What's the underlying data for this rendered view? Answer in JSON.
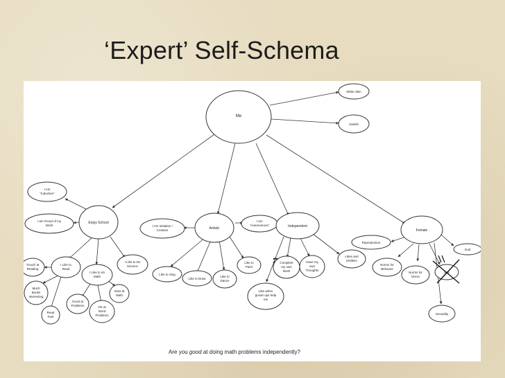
{
  "slide": {
    "title": "‘Expert’ Self-Schema"
  },
  "diagram": {
    "nodes": {
      "me": "Me",
      "white_skin": "White Skin",
      "jewish": "Jewish",
      "i_am_inductive": [
        "I Am",
        "“Inductive”"
      ],
      "proud_of_work": [
        "I am Proud of my",
        "Work"
      ],
      "enjoy_school": "Enjoy School",
      "initiative_creative": [
        "I Am Initiative /",
        "Creative"
      ],
      "artistic": "Artistic",
      "autonomous": [
        "I Am",
        "“Autonomous”"
      ],
      "independent": "Independent",
      "female": "Female",
      "reproduction": "Reproduction",
      "god": "God",
      "good_at_reading": [
        "“Good” at",
        "Reading"
      ],
      "like_to_read": [
        "I Like to",
        "Read"
      ],
      "like_to_do_math": [
        "I Like to do",
        "Math"
      ],
      "like_to_do_science": [
        "I Like to Do",
        "Science"
      ],
      "much_books_interesting": [
        "Much",
        "Books",
        "Interesting"
      ],
      "read_fast": [
        "Read",
        "Fast"
      ],
      "good_at_problems": [
        "Good at",
        "Problems"
      ],
      "ok_at_word_problems": [
        "OK at",
        "Word",
        "Problems"
      ],
      "slow_at_math": [
        "Slow at",
        "Math"
      ],
      "like_to_sing": "Like to Sing",
      "like_to_draw": "Like to Draw",
      "like_to_dance": [
        "Like to",
        "Dance"
      ],
      "like_to_paint": [
        "Like to",
        "Paint"
      ],
      "complete_own_work": [
        "Complete",
        "my own",
        "Work"
      ],
      "have_own_thoughts": [
        "Have my",
        "own",
        "Thoughts"
      ],
      "likes_and_dislikes": [
        "Likes and",
        "Dislikes"
      ],
      "like_grownups_help": [
        "Like when",
        "grown ups help",
        "me"
      ],
      "norms_behavior": [
        "Norms for",
        "Behavior"
      ],
      "norms_dress": [
        "Norms for",
        "Dress"
      ],
      "sex": "Sex",
      "sexuality": "Sexuality"
    },
    "annotation": {
      "before": "Are you ",
      "emphasis": "good",
      "after": " at doing math problems independently?"
    }
  }
}
